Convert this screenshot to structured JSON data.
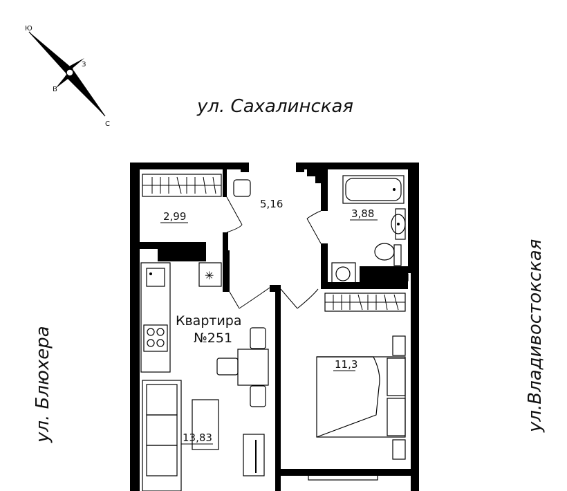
{
  "streets": {
    "north": "ул. Сахалинская",
    "west": "ул. Блюхера",
    "east": "ул.Владивостокская"
  },
  "compass": {
    "south": "Ю",
    "east": "З",
    "west": "В",
    "north": "С"
  },
  "apartment": {
    "title": "Квартира",
    "number": "№251"
  },
  "rooms": {
    "storage": "2,99",
    "hall": "5,16",
    "bathroom": "3,88",
    "bedroom": "11,3",
    "kitchen_living": "13,83"
  },
  "symbols": {
    "vent": "✳"
  }
}
